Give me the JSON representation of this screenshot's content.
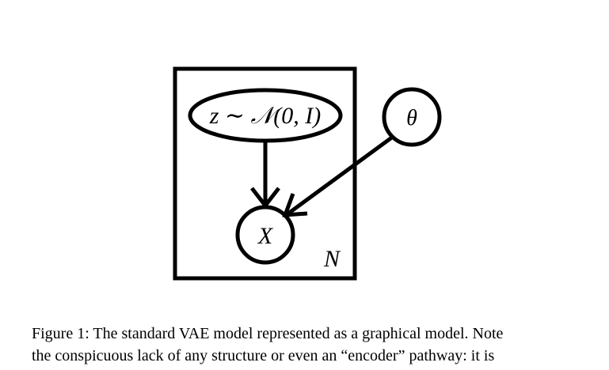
{
  "figure": {
    "latent_node_label": "z ∼ 𝒩(0, I)",
    "parameter_node_label": "θ",
    "observed_node_label": "X",
    "plate_label": "N"
  },
  "caption": {
    "line1": "Figure 1: The standard VAE model represented as a graphical model. Note",
    "line2": "the conspicuous lack of any structure or even an “encoder” pathway: it is"
  }
}
